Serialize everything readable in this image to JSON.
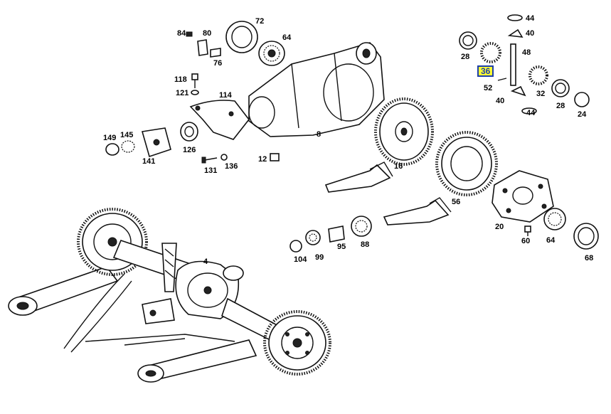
{
  "diagram": {
    "labels": [
      {
        "id": "72",
        "text": "72"
      },
      {
        "id": "84",
        "text": "84"
      },
      {
        "id": "80",
        "text": "80"
      },
      {
        "id": "64a",
        "text": "64"
      },
      {
        "id": "76",
        "text": "76"
      },
      {
        "id": "118",
        "text": "118"
      },
      {
        "id": "121",
        "text": "121"
      },
      {
        "id": "114",
        "text": "114"
      },
      {
        "id": "149",
        "text": "149"
      },
      {
        "id": "145",
        "text": "145"
      },
      {
        "id": "141",
        "text": "141"
      },
      {
        "id": "126",
        "text": "126"
      },
      {
        "id": "131",
        "text": "131"
      },
      {
        "id": "136",
        "text": "136"
      },
      {
        "id": "12",
        "text": "12"
      },
      {
        "id": "8",
        "text": "8"
      },
      {
        "id": "16",
        "text": "16"
      },
      {
        "id": "4",
        "text": "4"
      },
      {
        "id": "56",
        "text": "56"
      },
      {
        "id": "20",
        "text": "20"
      },
      {
        "id": "60",
        "text": "60"
      },
      {
        "id": "64b",
        "text": "64"
      },
      {
        "id": "68",
        "text": "68"
      },
      {
        "id": "104",
        "text": "104"
      },
      {
        "id": "99",
        "text": "99"
      },
      {
        "id": "95",
        "text": "95"
      },
      {
        "id": "88",
        "text": "88"
      },
      {
        "id": "44a",
        "text": "44"
      },
      {
        "id": "40a",
        "text": "40"
      },
      {
        "id": "28a",
        "text": "28"
      },
      {
        "id": "48",
        "text": "48"
      },
      {
        "id": "36",
        "text": "36"
      },
      {
        "id": "52",
        "text": "52"
      },
      {
        "id": "32",
        "text": "32"
      },
      {
        "id": "40b",
        "text": "40"
      },
      {
        "id": "44b",
        "text": "44"
      },
      {
        "id": "28b",
        "text": "28"
      },
      {
        "id": "24",
        "text": "24"
      }
    ],
    "highlighted": "36",
    "highlight_color": "#ffff33",
    "highlight_border": "#1d3fa8"
  }
}
